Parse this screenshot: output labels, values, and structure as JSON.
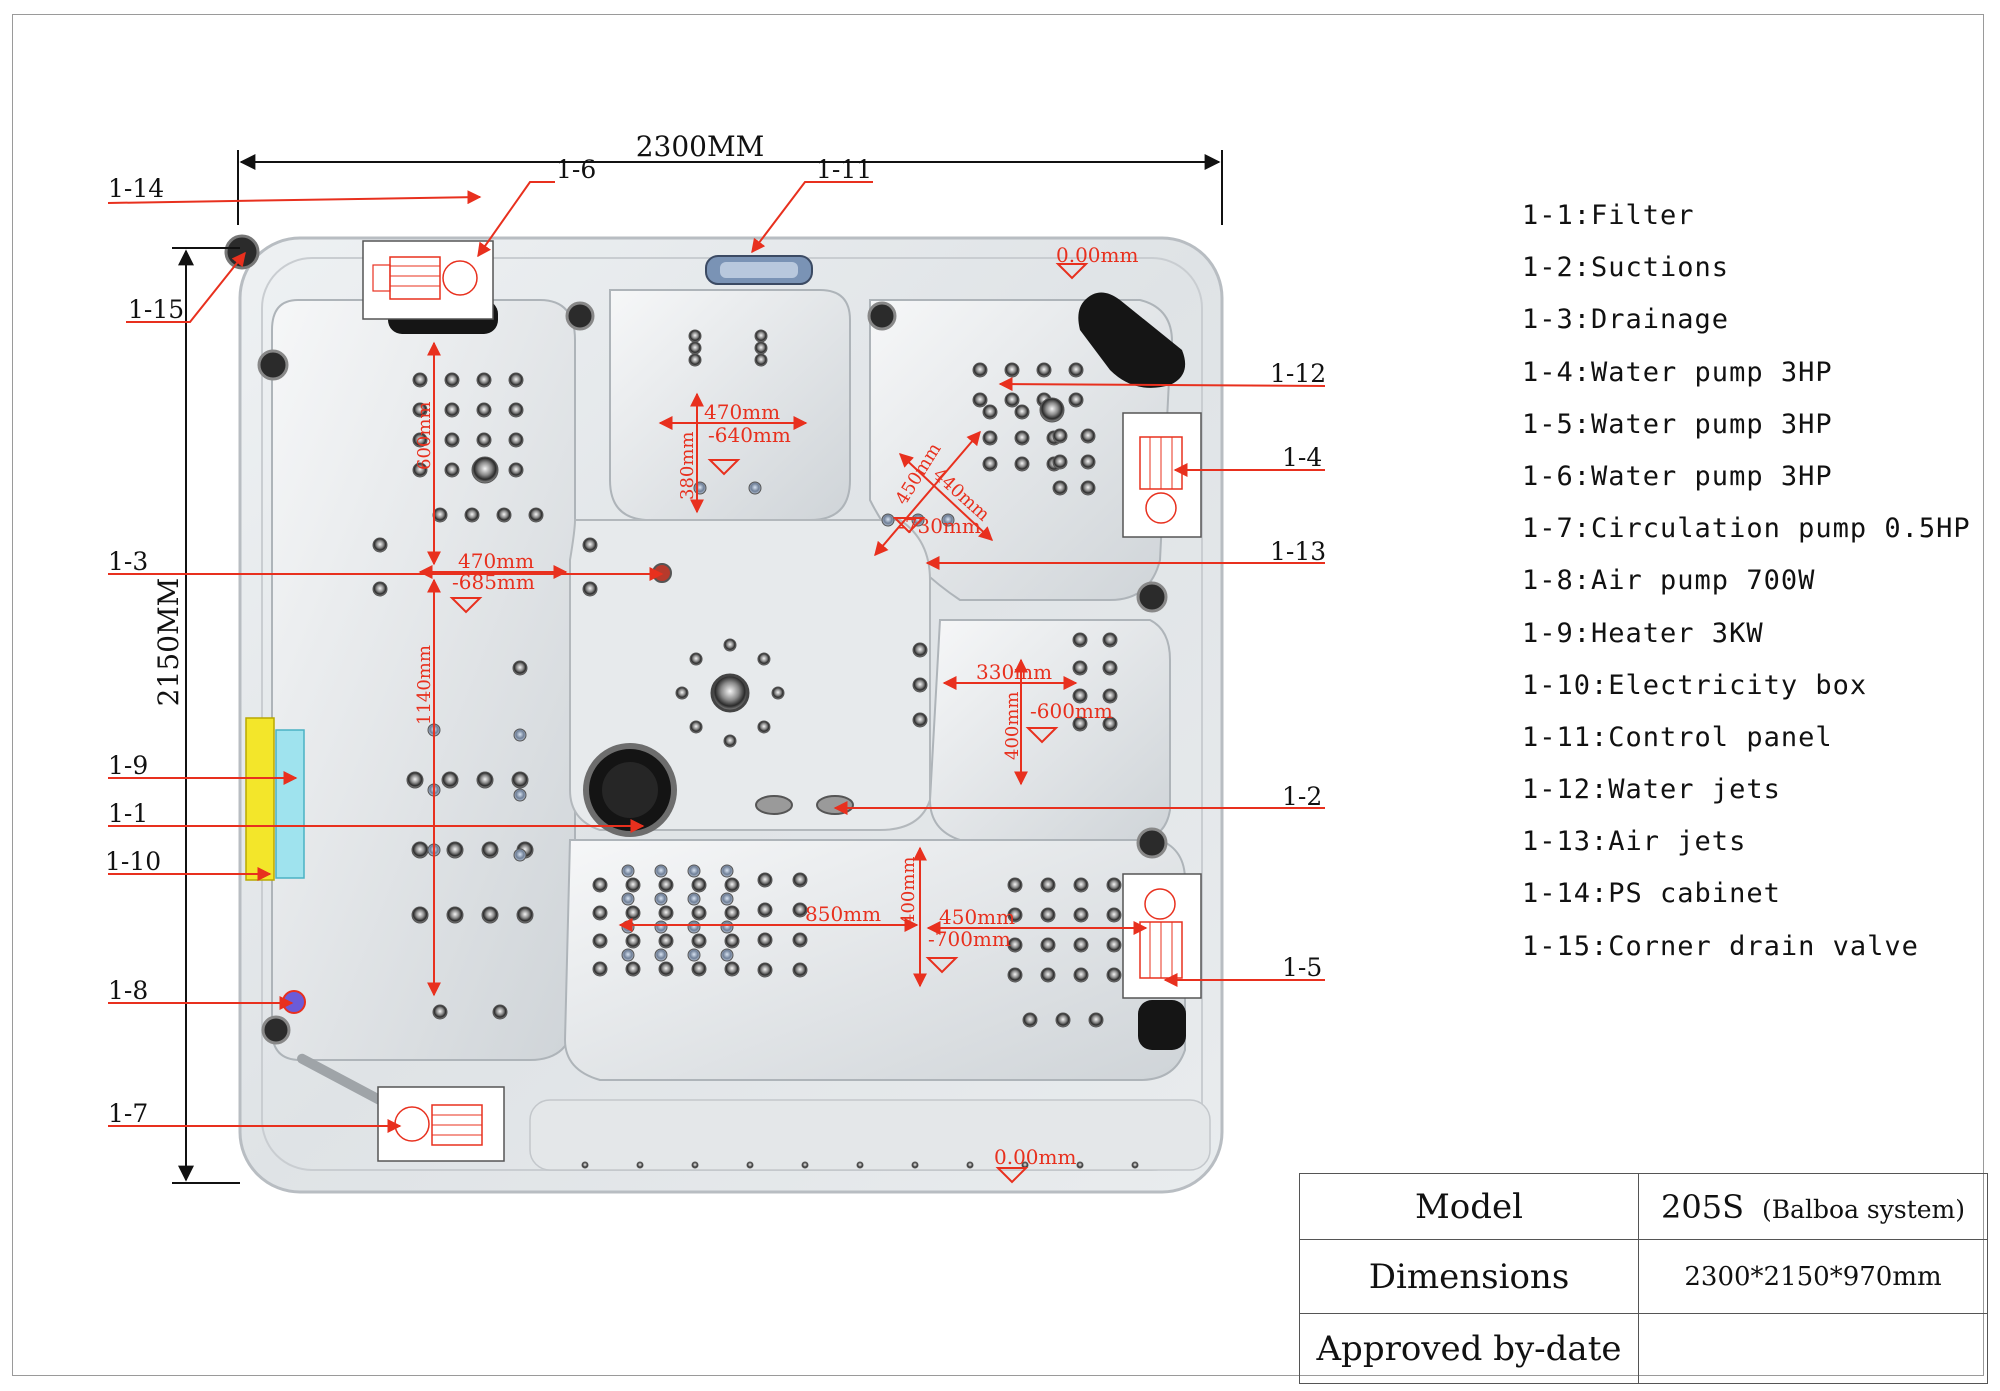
{
  "dimensions": {
    "width_label": "2300MM",
    "height_label": "2150MM"
  },
  "callouts": {
    "c1_1": "1-1",
    "c1_2": "1-2",
    "c1_3": "1-3",
    "c1_4": "1-4",
    "c1_5": "1-5",
    "c1_6": "1-6",
    "c1_7": "1-7",
    "c1_8": "1-8",
    "c1_9": "1-9",
    "c1_10": "1-10",
    "c1_11": "1-11",
    "c1_12": "1-12",
    "c1_13": "1-13",
    "c1_14": "1-14",
    "c1_15": "1-15"
  },
  "measurements": {
    "top_level": "0.00mm",
    "bottom_level": "0.00mm",
    "seat1_height": "600mm",
    "seat1_length": "1140mm",
    "seat2_width": "470mm",
    "seat2_depth": "-685mm",
    "seat3_width": "470mm",
    "seat3_depth": "-640mm",
    "seat3_height": "380mm",
    "seat4_a": "450mm",
    "seat4_b": "440mm",
    "seat4_depth": "-730mm",
    "seat5_width": "330mm",
    "seat5_depth": "-600mm",
    "seat5_height": "400mm",
    "lounge_length": "850mm",
    "lounge_height": "400mm",
    "seat6_width": "450mm",
    "seat6_depth": "-700mm"
  },
  "legend": [
    "1-1:Filter",
    "1-2:Suctions",
    "1-3:Drainage",
    "1-4:Water pump 3HP",
    "1-5:Water pump 3HP",
    "1-6:Water pump 3HP",
    "1-7:Circulation pump 0.5HP",
    "1-8:Air pump 700W",
    "1-9:Heater 3KW",
    "1-10:Electricity box",
    "1-11:Control panel",
    "1-12:Water jets",
    "1-13:Air jets",
    "1-14:PS cabinet",
    "1-15:Corner drain valve"
  ],
  "spec": {
    "model_label": "Model",
    "model_value": "205S",
    "model_note": "(Balboa system)",
    "dimensions_label": "Dimensions",
    "dimensions_value": "2300*2150*970mm",
    "approved_label": "Approved by-date",
    "approved_value": ""
  },
  "colors": {
    "annotation": "#e8301e",
    "heater": "#9fe3ee",
    "electric_box": "#f3e62a",
    "air_pump": "#6b5bd8"
  }
}
